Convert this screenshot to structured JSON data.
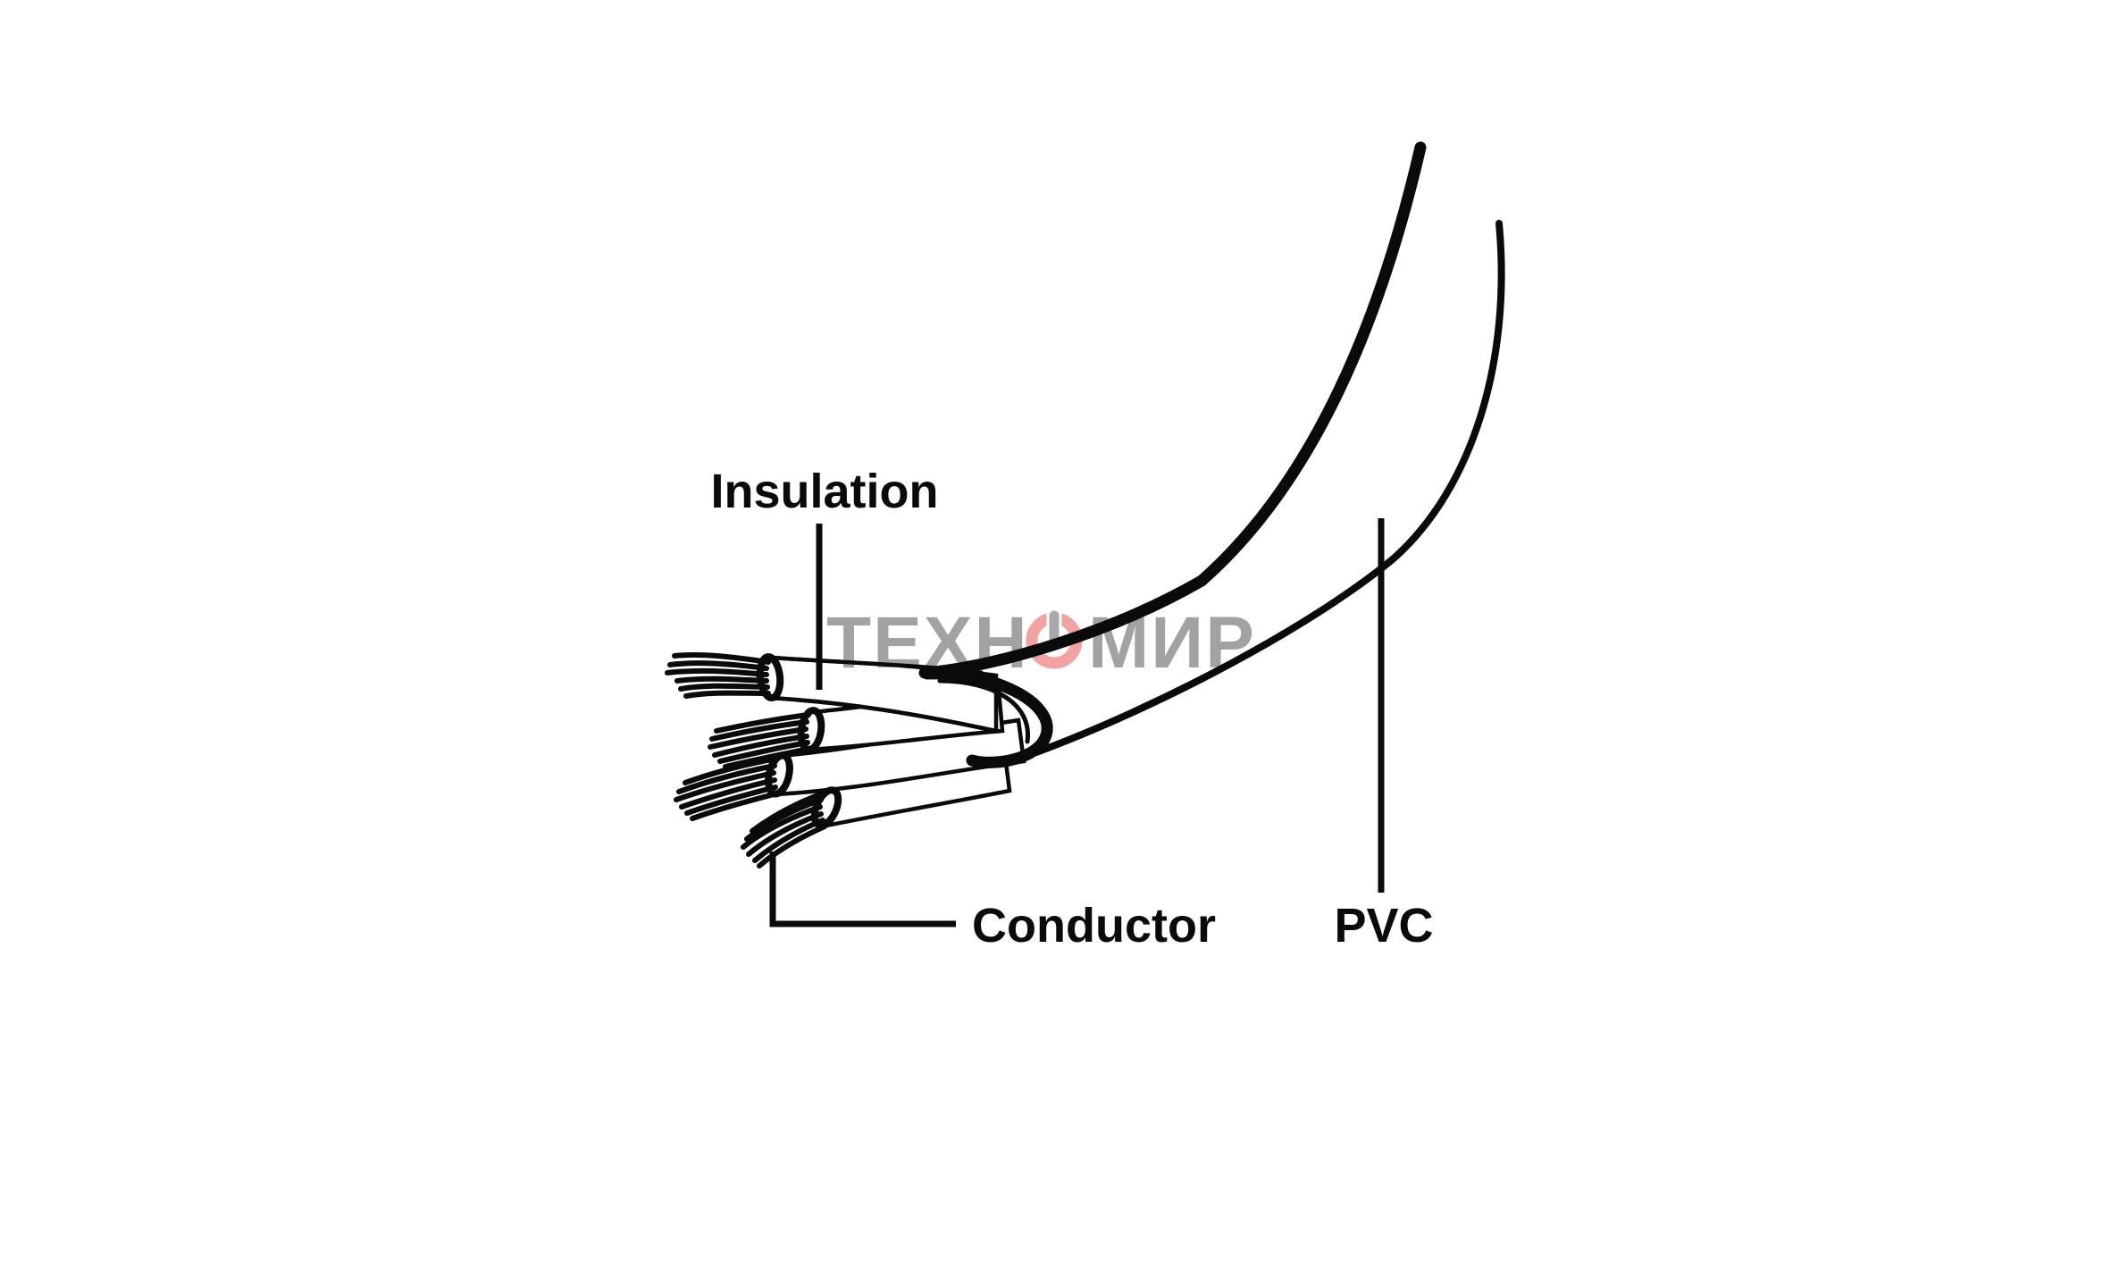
{
  "diagram": {
    "type": "cable-structure-illustration",
    "labels": {
      "insulation": "Insulation",
      "conductor": "Conductor",
      "pvc": "PVC"
    },
    "parts": {
      "jacket": "pvc-outer-jacket",
      "wires": 4,
      "wire_parts": [
        "conductor-strands",
        "insulation-end-ring",
        "insulated-tube"
      ]
    },
    "watermark": {
      "prefix": "ТЕХН",
      "suffix": "МИР",
      "replaced_letter": "О",
      "icon": "power-icon",
      "text_color": "#a2a2a2",
      "icon_ring_color": "#f2a2a2",
      "icon_bar_color": "#a9a9a9"
    },
    "colors": {
      "background": "#ffffff",
      "line": "#0a0a0a",
      "label_text": "#0a0a0a"
    }
  }
}
